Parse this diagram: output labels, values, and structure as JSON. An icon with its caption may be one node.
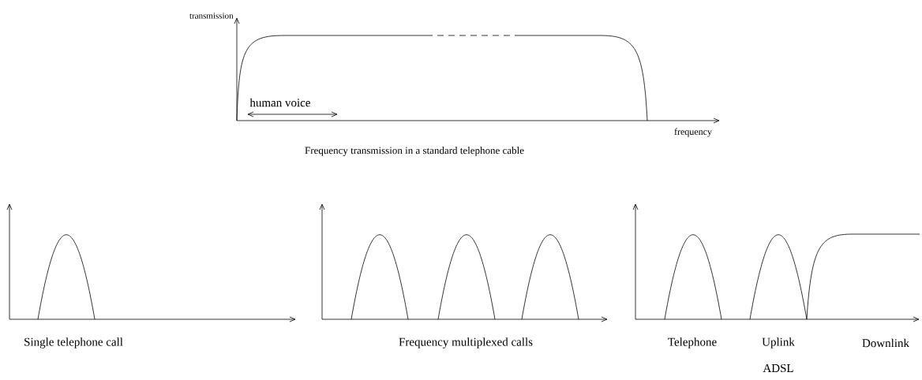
{
  "diagram": {
    "labels": [
      "transmission",
      "human voice",
      "frequency",
      "Frequency transmission in a standard telephone cable",
      "Single telephone call",
      "Frequency multiplexed calls",
      "Telephone",
      "Uplink",
      "Downlink",
      "ADSL"
    ]
  }
}
